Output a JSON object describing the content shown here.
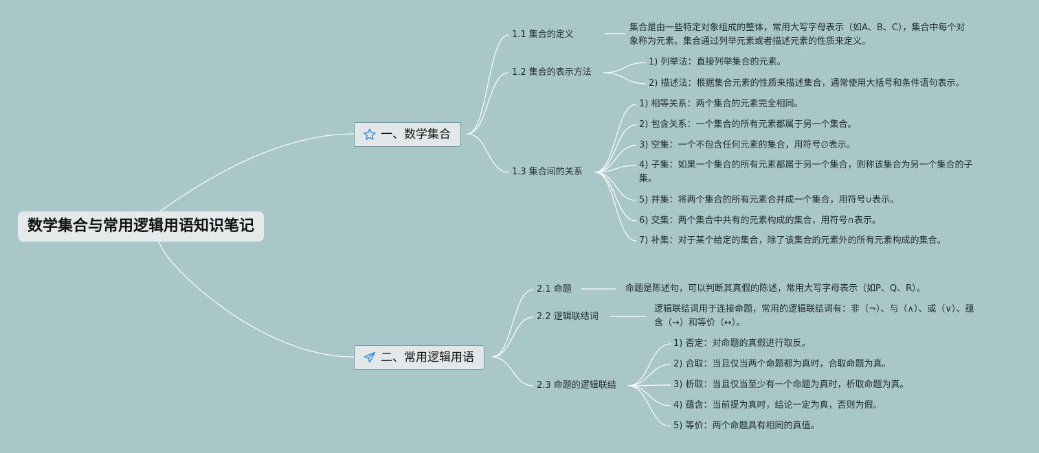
{
  "root": {
    "title": "数学集合与常用逻辑用语知识笔记"
  },
  "branches": [
    {
      "label": "一、数学集合",
      "icon": "star-icon",
      "subs": [
        {
          "label": "1.1 集合的定义",
          "items": [
            "集合是由一些特定对象组成的整体，常用大写字母表示（如A、B、C），集合中每个对象称为元素。集合通过列举元素或者描述元素的性质来定义。"
          ]
        },
        {
          "label": "1.2 集合的表示方法",
          "items": [
            "1) 列举法：直接列举集合的元素。",
            "2) 描述法：根据集合元素的性质来描述集合，通常使用大括号和条件语句表示。"
          ]
        },
        {
          "label": "1.3 集合间的关系",
          "items": [
            "1) 相等关系：两个集合的元素完全相同。",
            "2) 包含关系：一个集合的所有元素都属于另一个集合。",
            "3) 空集：一个不包含任何元素的集合，用符号∅表示。",
            "4) 子集：如果一个集合的所有元素都属于另一个集合，则称该集合为另一个集合的子集。",
            "5) 并集：将两个集合的所有元素合并成一个集合，用符号∪表示。",
            "6) 交集：两个集合中共有的元素构成的集合，用符号∩表示。",
            "7) 补集：对于某个给定的集合，除了该集合的元素外的所有元素构成的集合。"
          ]
        }
      ]
    },
    {
      "label": "二、常用逻辑用语",
      "icon": "paper-plane-icon",
      "subs": [
        {
          "label": "2.1 命题",
          "items": [
            "命题是陈述句，可以判断其真假的陈述，常用大写字母表示（如P、Q、R）。"
          ]
        },
        {
          "label": "2.2 逻辑联结词",
          "items": [
            "逻辑联结词用于连接命题，常用的逻辑联结词有：非（¬）、与（∧）、或（∨）、蕴含（→）和等价（↔）。"
          ]
        },
        {
          "label": "2.3 命题的逻辑联结",
          "items": [
            "1) 否定：对命题的真假进行取反。",
            "2) 合取：当且仅当两个命题都为真时，合取命题为真。",
            "3) 析取：当且仅当至少有一个命题为真时，析取命题为真。",
            "4) 蕴含：当前提为真时，结论一定为真，否则为假。",
            "5) 等价：两个命题具有相同的真值。"
          ]
        }
      ]
    }
  ],
  "colors": {
    "background": "#a9c6c9",
    "link": "#ffffff",
    "branch_border": "#6d9aa0",
    "icon": "#3a8fd8"
  }
}
